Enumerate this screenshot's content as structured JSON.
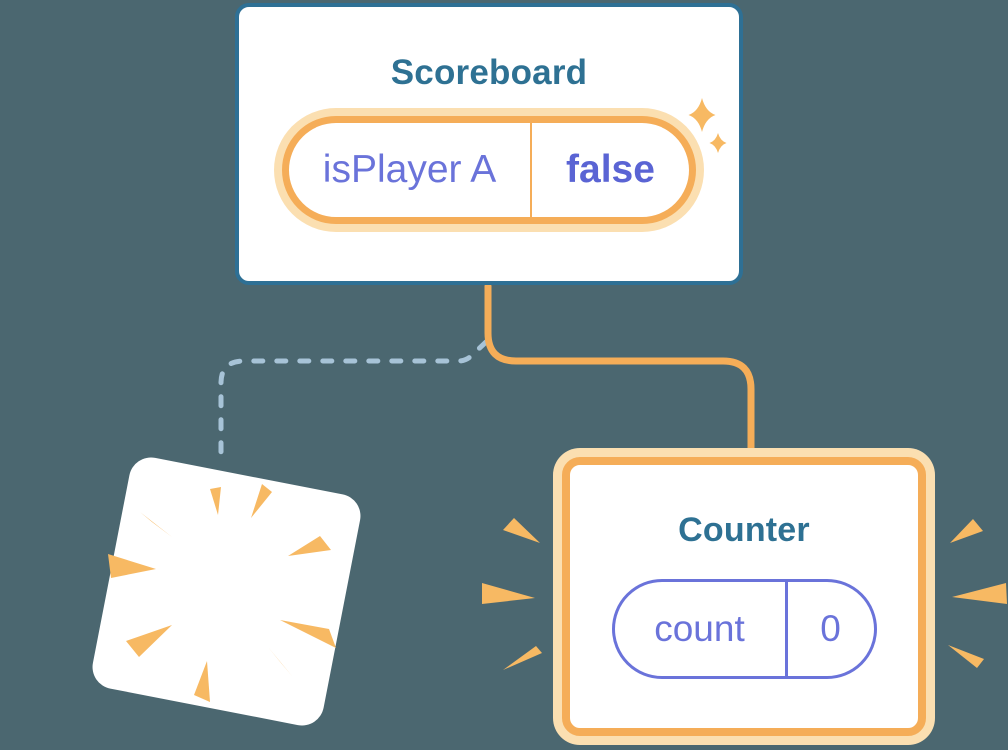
{
  "colors": {
    "background": "#4B6770",
    "card_bg": "#FFFFFF",
    "card_border": "#2E7095",
    "heading": "#2E7193",
    "state_key": "#6A73DA",
    "state_value": "#5A64D4",
    "orange": "#F5AD58",
    "orange_light": "#FBDFB1",
    "burst": "#F7B963",
    "dashed": "#A7C3D7"
  },
  "scoreboard": {
    "title": "Scoreboard",
    "state": {
      "key": "isPlayer A",
      "value": "false"
    }
  },
  "counter": {
    "title": "Counter",
    "state": {
      "key": "count",
      "value": "0"
    }
  }
}
